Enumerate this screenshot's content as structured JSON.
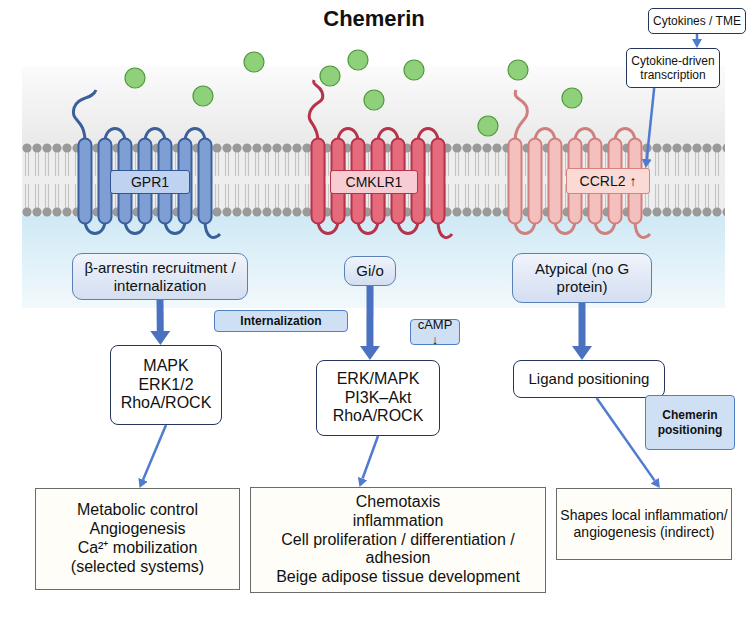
{
  "diagram": {
    "title": "Chemerin",
    "nodes": [
      {
        "text": [
          "Cytokines / TME"
        ]
      },
      {
        "text": [
          "Cytokine-driven transcription"
        ]
      },
      {
        "text": [
          "GPR1"
        ]
      },
      {
        "text": [
          "CMKLR1"
        ]
      },
      {
        "text": [
          "CCRL2 ↑"
        ]
      },
      {
        "text": [
          "β-arrestin recruitment / internalization"
        ]
      },
      {
        "text": [
          "Gi/o"
        ]
      },
      {
        "text": [
          "Atypical (no G protein)"
        ]
      },
      {
        "text": [
          "Internalization"
        ]
      },
      {
        "text": [
          "cAMP ↓"
        ]
      },
      {
        "text": [
          "MAPK",
          "ERK1/2",
          "RhoA/ROCK"
        ]
      },
      {
        "text": [
          "ERK/MAPK",
          "PI3K–Akt",
          "RhoA/ROCK"
        ]
      },
      {
        "text": [
          "Ligand positioning"
        ]
      },
      {
        "text": [
          "Chemerin positioning"
        ]
      },
      {
        "text": [
          "Metabolic control",
          "Angiogenesis",
          "Ca²⁺ mobilization",
          "(selected systems)"
        ]
      },
      {
        "text": [
          "Chemotaxis",
          "inflammation",
          "Cell proliferation / differentiation / adhesion",
          "Beige adipose tissue development"
        ]
      },
      {
        "text": [
          "Shapes local inflammation/ angiogenesis (indirect)"
        ]
      }
    ],
    "edges": [
      {
        "from": 0,
        "to": 1,
        "arrow": "to"
      },
      {
        "from": 1,
        "to": 4,
        "arrow": "to"
      },
      {
        "from": 5,
        "to": 10,
        "arrow": "to"
      },
      {
        "from": 6,
        "to": 11,
        "arrow": "to"
      },
      {
        "from": 7,
        "to": 12,
        "arrow": "to"
      },
      {
        "from": 10,
        "to": 14,
        "arrow": "to"
      },
      {
        "from": 11,
        "to": 15,
        "arrow": "to"
      },
      {
        "from": 12,
        "to": 16,
        "arrow": "to"
      }
    ]
  }
}
